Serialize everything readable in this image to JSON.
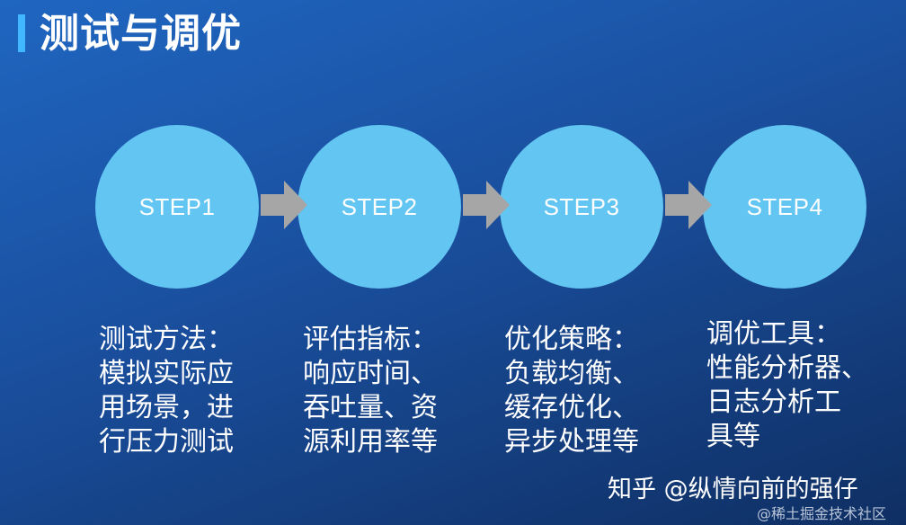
{
  "title": "测试与调优",
  "steps": [
    {
      "label": "STEP1",
      "heading": "测试方法：",
      "lines": [
        "模拟实际应",
        "用场景，进",
        "行压力测试"
      ]
    },
    {
      "label": "STEP2",
      "heading": "评估指标：",
      "lines": [
        "响应时间、",
        "吞吐量、资",
        "源利用率等"
      ]
    },
    {
      "label": "STEP3",
      "heading": "优化策略：",
      "lines": [
        "负载均衡、",
        "缓存优化、",
        "异步处理等"
      ]
    },
    {
      "label": "STEP4",
      "heading": "调优工具：",
      "lines": [
        "性能分析器、",
        "日志分析工",
        "具等"
      ]
    }
  ],
  "watermark": "知乎 @纵情向前的强仔",
  "sub_watermark": "@稀土掘金技术社区",
  "colors": {
    "background_top": "#1f66c1",
    "background_bottom": "#0f2f63",
    "circle": "#63c5f1",
    "arrow": "#a6a6a6",
    "accent": "#41b7ff"
  }
}
